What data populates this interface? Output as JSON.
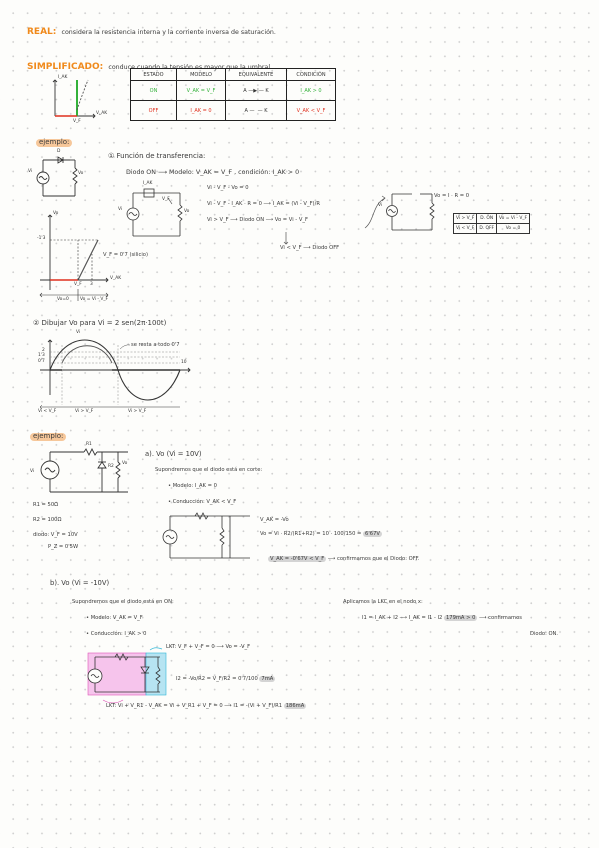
{
  "real": {
    "title": "REAL:",
    "text": "considera la resistencia interna y la corriente inversa de saturación."
  },
  "simplified": {
    "title": "SIMPLIFICADO:",
    "text": "conduce cuando la tensión es mayor que la umbral."
  },
  "iv_graph": {
    "y_label": "I_AK",
    "x_label": "V_AK",
    "threshold": "V_F"
  },
  "state_table": {
    "headers": [
      "ESTADO",
      "MODELO",
      "EQUIVALENTE",
      "CONDICIÓN"
    ],
    "rows": [
      {
        "estado": "ON",
        "modelo": "V_AK = V_F",
        "equiv_a": "A",
        "equiv_k": "K",
        "condicion": "I_AK > 0"
      },
      {
        "estado": "OFF",
        "modelo": "I_AK = 0",
        "equiv_a": "A",
        "equiv_k": "K",
        "condicion": "V_AK < V_F"
      }
    ],
    "colors": {
      "on": "#33b13a",
      "off": "#e0301e"
    }
  },
  "ejemplo1": {
    "label": "ejemplo:",
    "circuit": {
      "vi": "Vi",
      "vo": "Vo",
      "diode": "D",
      "ground": "-"
    },
    "step1": {
      "title": "① Función de transferencia:",
      "line1": "Diodo ON ⟶ Modelo: V_AK = V_F , condición: I_AK > 0"
    },
    "mini_circuit": {
      "vi": "Vi",
      "vf": "V_F",
      "iak": "I_AK",
      "vo": "Vo"
    },
    "eqs": [
      "Vi - V_F - Vo = 0",
      "Vi - V_F - I_AK · R = 0 ⟶ I_AK = (Vi - V_F)/R",
      "Vi > V_F ⟶ Diodo ON ⟶ Vo = Vi - V_F",
      "Vi < V_F ⟶ Diodo OFF"
    ],
    "off_circuit": {
      "vo_eq": "Vo = I · R = 0",
      "vi": "Vi"
    },
    "transfer_graph": {
      "y_label": "Vo",
      "x_label": "V_AK",
      "tick_y": "-1'3",
      "tick_x1": "V_F",
      "tick_x2": "3",
      "note": "V_F = 0'7 (silicio)",
      "region1": "Vo=0",
      "region2": "Vo = Vi - V_F"
    },
    "summary_table": [
      [
        "Vi > V_F",
        "D. ON",
        "Vo = Vi - V_F"
      ],
      [
        "Vi < V_F",
        "D. OFF",
        "Vo = 0"
      ]
    ]
  },
  "step2": {
    "title": "② Dibujar Vo para Vi = 2 sen(2π·100t)",
    "vi_label": "Vi",
    "ticks": [
      "2",
      "1'3",
      "0'7"
    ],
    "annotation": "se resta a todo 0'7",
    "x_end": "10",
    "regions": [
      "Vi < V_F",
      "Vi > V_F",
      "Vi > V_F"
    ],
    "chart_data": {
      "type": "line",
      "series": [
        {
          "name": "Vi",
          "values": "2·sin(x)"
        },
        {
          "name": "Vo",
          "values": "max(0, Vi - 0.7)"
        }
      ],
      "ylim": [
        -2,
        2
      ]
    }
  },
  "ejemplo2": {
    "label": "ejemplo:",
    "circuit": {
      "vi": "Vi",
      "r1": "R1",
      "r2": "R2",
      "vo": "Vo"
    },
    "params": {
      "r1": "R1 = 50Ω",
      "r2": "R2 = 100Ω",
      "diodo": "diodo: V_F = 10V",
      "pz": "P_Z = 0'5W"
    },
    "part_a": {
      "title": "a). Vo (Vi = 10V)",
      "line1": "Supondremos que el diodo está en corte:",
      "modelo": "• Modelo: I_AK = 0",
      "conduccion": "• Conducción: V_AK < V_F",
      "eq_vak": "V_AK = -Vo",
      "eq_vo": "Vo = Vi · R2/(R1+R2) = 10 · 100/150 =",
      "result": "6'67V",
      "conclusion_hl": "V_AK = -0'67V < V_F",
      "conclusion": "⟶ confirmamos que el Diodo: OFF."
    },
    "part_b": {
      "title": "b). Vo (Vi = -10V)",
      "line1": "Supondremos que el diodo está en ON:",
      "modelo": "• Modelo: V_AK = V_F",
      "conduccion": "• Conducción: I_AK > 0",
      "lkt1": "LKT: V_F + V_F = 0 ⟶ Vo = -V_F",
      "i2": "I2 = -Vo/R2 = V_F/R2 = 0'7/100",
      "i2_res": "7mA",
      "lkt2": "LKT: Vi + V_R1 - V_AK = Vi + V_R1 + V_F = 0 ⟶ I1 = -(Vi + V_F)/R1",
      "i1_res": "186mA",
      "kcl_title": "Aplicamos la LKC en el nodo x:",
      "kcl": "I1 = I_AK + I2 ⟶ I_AK = I1 - I2",
      "kcl_res": "179mA > 0",
      "kcl_conc": "⟶ confirmamos",
      "final": "Diodo: ON."
    }
  }
}
